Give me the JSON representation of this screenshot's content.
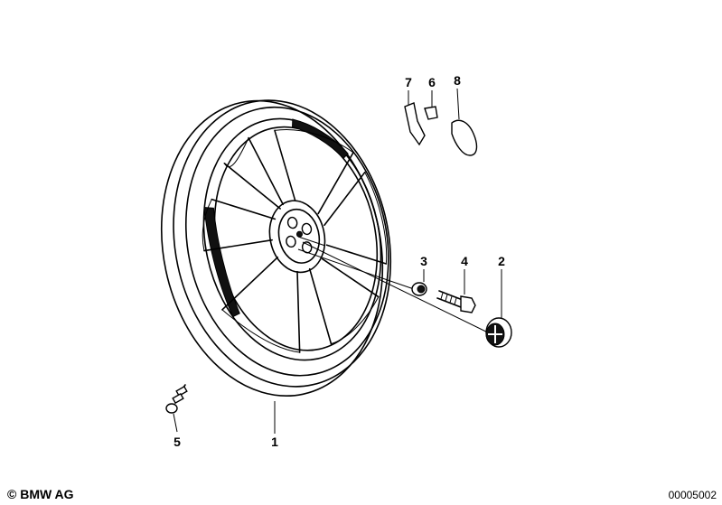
{
  "parts": [
    {
      "id": "callout-1",
      "label": "1"
    },
    {
      "id": "callout-2",
      "label": "2"
    },
    {
      "id": "callout-3",
      "label": "3"
    },
    {
      "id": "callout-4",
      "label": "4"
    },
    {
      "id": "callout-5",
      "label": "5"
    },
    {
      "id": "callout-6",
      "label": "6"
    },
    {
      "id": "callout-7",
      "label": "7"
    },
    {
      "id": "callout-8",
      "label": "8"
    }
  ],
  "footer": {
    "copyright": "© BMW AG",
    "diagram_number": "00005002"
  }
}
